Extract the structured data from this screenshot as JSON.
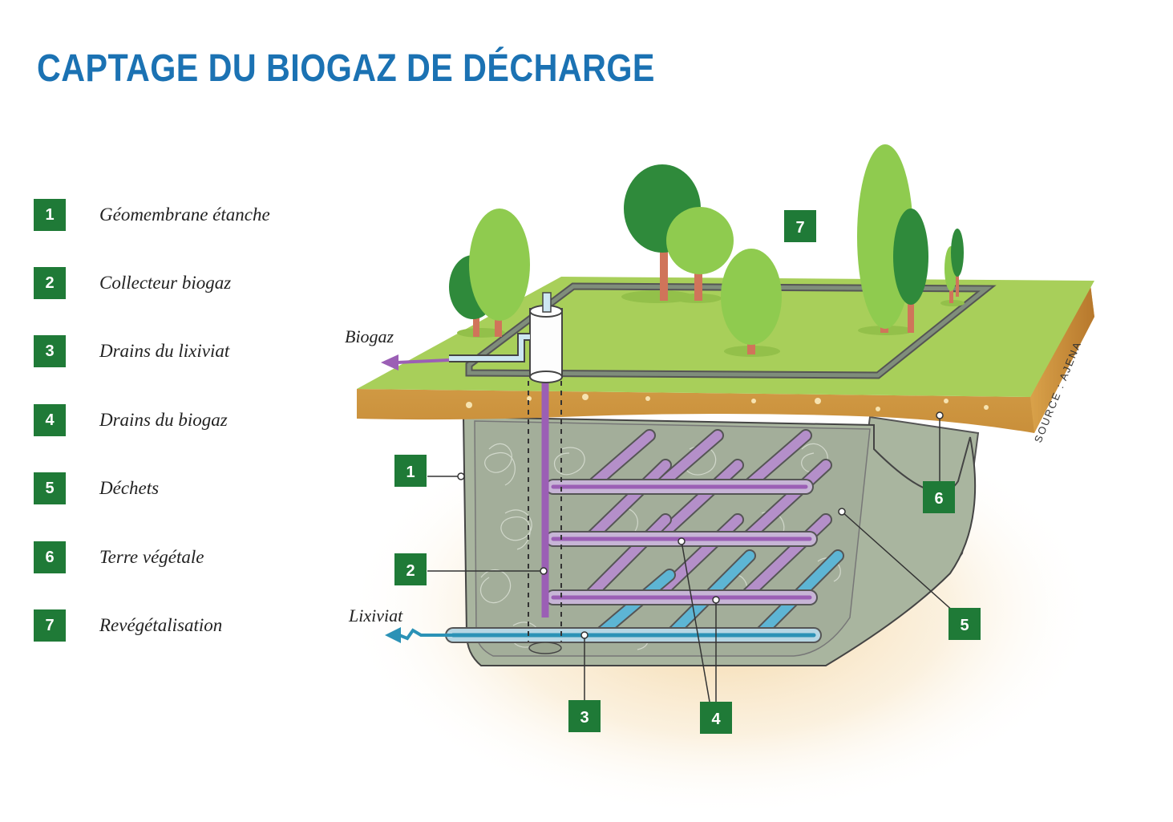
{
  "title": "CAPTAGE DU BIOGAZ DE DÉCHARGE",
  "legend": [
    {
      "number": "1",
      "label": "Géomembrane étanche"
    },
    {
      "number": "2",
      "label": "Collecteur biogaz"
    },
    {
      "number": "3",
      "label": "Drains du lixiviat"
    },
    {
      "number": "4",
      "label": "Drains du biogaz"
    },
    {
      "number": "5",
      "label": "Déchets"
    },
    {
      "number": "6",
      "label": "Terre végétale"
    },
    {
      "number": "7",
      "label": "Revégétalisation"
    }
  ],
  "diagram": {
    "outlet_biogaz": "Biogaz",
    "outlet_lixiviat": "Lixiviat",
    "source": "SOURCE : AJENA",
    "callouts": [
      "1",
      "2",
      "3",
      "4",
      "5",
      "6",
      "7"
    ]
  },
  "colors": {
    "title": "#1b72b3",
    "badge": "#1f7a37",
    "grass": "#a8cf5a",
    "soil": "#d6a24c",
    "membrane": "#a9b59f",
    "biogaz_pipe": "#9b5fb5",
    "lixiviat_pipe": "#2b92b6"
  }
}
